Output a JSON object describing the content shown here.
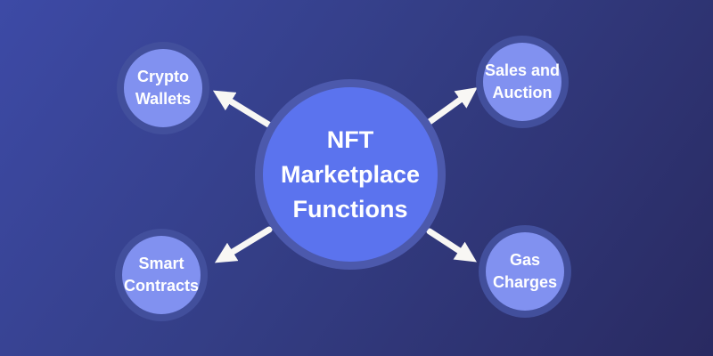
{
  "diagram": {
    "title": "NFT Marketplace Functions",
    "type": "hub-and-spoke mind map",
    "center_node": {
      "id": "nft-marketplace-functions",
      "lines": [
        "NFT",
        "Marketplace",
        "Functions"
      ]
    },
    "nodes": [
      {
        "id": "crypto-wallets",
        "lines": [
          "Crypto",
          "Wallets"
        ]
      },
      {
        "id": "sales-and-auction",
        "lines": [
          "Sales and",
          "Auction"
        ]
      },
      {
        "id": "smart-contracts",
        "lines": [
          "Smart",
          "Contracts"
        ]
      },
      {
        "id": "gas-charges",
        "lines": [
          "Gas",
          "Charges"
        ]
      }
    ],
    "connections": [
      {
        "from": "nft-marketplace-functions",
        "to": "crypto-wallets"
      },
      {
        "from": "nft-marketplace-functions",
        "to": "sales-and-auction"
      },
      {
        "from": "nft-marketplace-functions",
        "to": "smart-contracts"
      },
      {
        "from": "nft-marketplace-functions",
        "to": "gas-charges"
      }
    ],
    "colors": {
      "background_gradient_start": "#3d4aa6",
      "background_gradient_end": "#292a61",
      "center_fill": "#5b73ee",
      "center_ring": "#4c59ac",
      "satellite_fill": "#8191f0",
      "satellite_ring": "#424f9c",
      "arrow": "#f8f7f4",
      "text": "#ffffff"
    }
  }
}
